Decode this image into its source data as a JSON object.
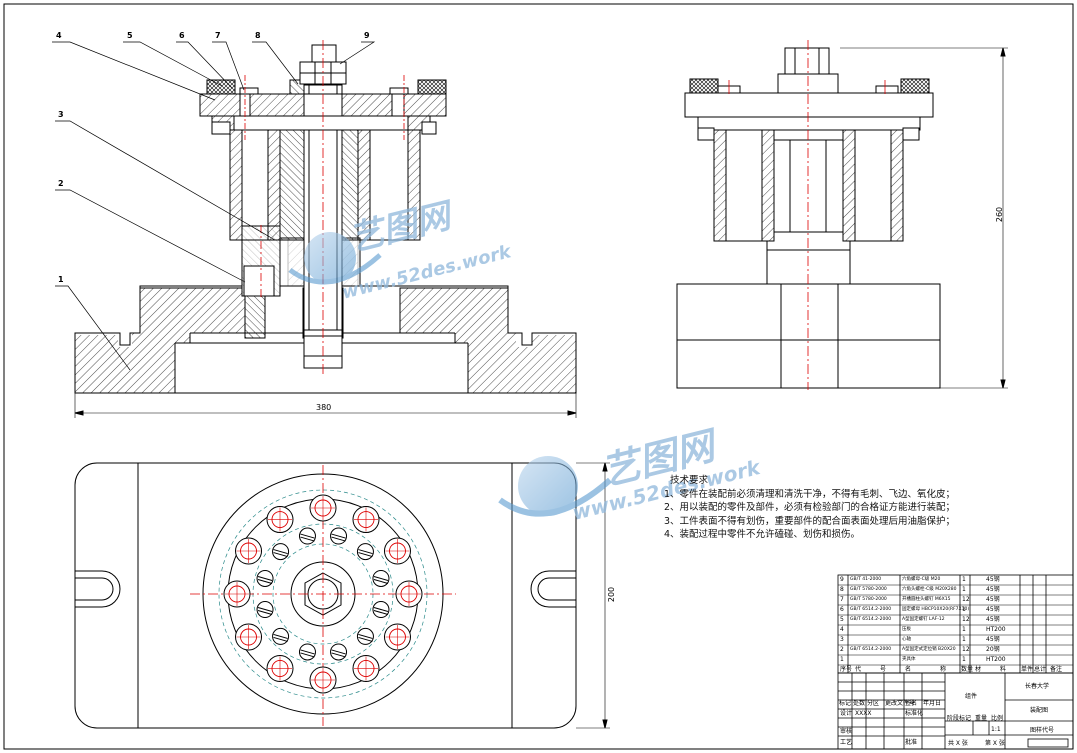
{
  "balloons": [
    "1",
    "2",
    "3",
    "4",
    "5",
    "6",
    "7",
    "8",
    "9"
  ],
  "dimensions": {
    "width_front": "380",
    "height_side": "260",
    "height_top": "200"
  },
  "tech_requirements": {
    "title": "技术要求",
    "items": [
      "1、零件在装配前必须清理和清洗干净，不得有毛刺、飞边、氧化皮；",
      "2、用以装配的零件及部件，必须有检验部门的合格证方能进行装配；",
      "3、工件表面不得有划伤，重要部件的配合面表面处理后用油脂保护；",
      "4、装配过程中零件不允许磕碰、划伤和损伤。"
    ]
  },
  "watermark": {
    "brand": "艺图网",
    "url": "www.52des.work"
  },
  "bom": {
    "rows": [
      {
        "no": "9",
        "code": "GB/T 41-2000",
        "name": "六角螺母-C级 M20",
        "qty": "1",
        "mat": "45钢",
        "note": ""
      },
      {
        "no": "8",
        "code": "GB/T 5780-2000",
        "name": "六角头螺栓-C级 M20X280",
        "qty": "1",
        "mat": "45钢",
        "note": ""
      },
      {
        "no": "7",
        "code": "GB/T 5780-2000",
        "name": "开槽圆柱头螺钉 M6X15",
        "qty": "12",
        "mat": "45钢",
        "note": ""
      },
      {
        "no": "6",
        "code": "GB/T 6514.2-2000",
        "name": "固定螺母 HBCP10X20(RF7X10)",
        "qty": "1",
        "mat": "45钢",
        "note": ""
      },
      {
        "no": "5",
        "code": "GB/T 6514.2-2000",
        "name": "A型固定螺钉 LAF-12",
        "qty": "12",
        "mat": "45钢",
        "note": ""
      },
      {
        "no": "4",
        "code": "",
        "name": "压板",
        "qty": "1",
        "mat": "HT200",
        "note": ""
      },
      {
        "no": "3",
        "code": "",
        "name": "心轴",
        "qty": "1",
        "mat": "45钢",
        "note": ""
      },
      {
        "no": "2",
        "code": "GB/T 6514.2-2000",
        "name": "A型固定式定位销 B20X20",
        "qty": "12",
        "mat": "20钢",
        "note": ""
      },
      {
        "no": "1",
        "code": "",
        "name": "夹具体",
        "qty": "1",
        "mat": "HT200",
        "note": ""
      }
    ],
    "header": [
      "序号",
      "代",
      "号",
      "名",
      "称",
      "数量",
      "材",
      "料",
      "单件",
      "总计",
      "备注"
    ]
  },
  "title_block": {
    "school": "长春大学",
    "assembly": "组件",
    "drawing_name": "装配图",
    "scale_label": "比例",
    "scale_value": "1:1",
    "weight_label": "重量",
    "stage_label": "阶段标记",
    "rows_left": [
      "标记",
      "处数",
      "分区",
      "更改文件号",
      "签名",
      "年月日"
    ],
    "designer": "设计",
    "designer_name": "XXXX",
    "standard": "标准化",
    "review": "审核",
    "process": "工艺",
    "approve": "批准",
    "sheet_total": "共 X 张",
    "sheet_no": "第 X 张",
    "drawing_code": "图样代号"
  }
}
